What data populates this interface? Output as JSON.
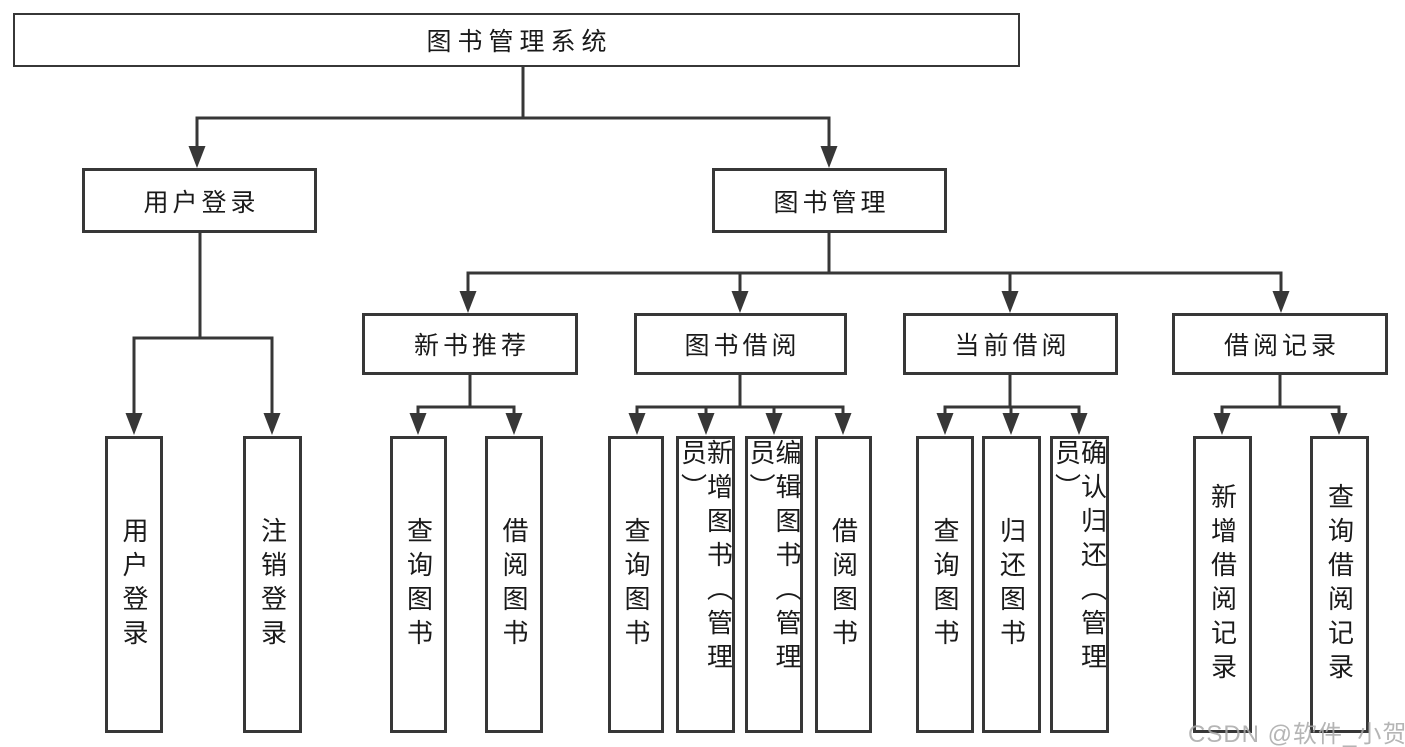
{
  "colors": {
    "line": "#373737",
    "box_border": "#373737",
    "text": "#1a1a1a",
    "watermark": "#a9a9a9",
    "background": "#ffffff"
  },
  "nodes": {
    "root": "图书管理系统",
    "user_login": "用户登录",
    "book_mgmt": "图书管理",
    "new_book_rec": "新书推荐",
    "book_borrow": "图书借阅",
    "current_borrow": "当前借阅",
    "borrow_record": "借阅记录",
    "leaf_user_login": "用户登录",
    "leaf_logout": "注销登录",
    "leaf_nbr_query_book": "查询图书",
    "leaf_nbr_borrow_book": "借阅图书",
    "leaf_bb_query_book": "查询图书",
    "leaf_bb_add_book": "新增图书（管理员）",
    "leaf_bb_edit_book": "编辑图书（管理员）",
    "leaf_bb_borrow_book": "借阅图书",
    "leaf_cb_query_book": "查询图书",
    "leaf_cb_return_book": "归还图书",
    "leaf_cb_confirm_return": "确认归还（管理员）",
    "leaf_br_add_record": "新增借阅记录",
    "leaf_br_query_record": "查询借阅记录"
  },
  "tree": {
    "label": "图书管理系统",
    "children": [
      {
        "label": "用户登录",
        "children": [
          {
            "label": "用户登录"
          },
          {
            "label": "注销登录"
          }
        ]
      },
      {
        "label": "图书管理",
        "children": [
          {
            "label": "新书推荐",
            "children": [
              {
                "label": "查询图书"
              },
              {
                "label": "借阅图书"
              }
            ]
          },
          {
            "label": "图书借阅",
            "children": [
              {
                "label": "查询图书"
              },
              {
                "label": "新增图书（管理员）"
              },
              {
                "label": "编辑图书（管理员）"
              },
              {
                "label": "借阅图书"
              }
            ]
          },
          {
            "label": "当前借阅",
            "children": [
              {
                "label": "查询图书"
              },
              {
                "label": "归还图书"
              },
              {
                "label": "确认归还（管理员）"
              }
            ]
          },
          {
            "label": "借阅记录",
            "children": [
              {
                "label": "新增借阅记录"
              },
              {
                "label": "查询借阅记录"
              }
            ]
          }
        ]
      }
    ]
  },
  "watermark": {
    "text": "CSDN @软件_小贺同学"
  }
}
